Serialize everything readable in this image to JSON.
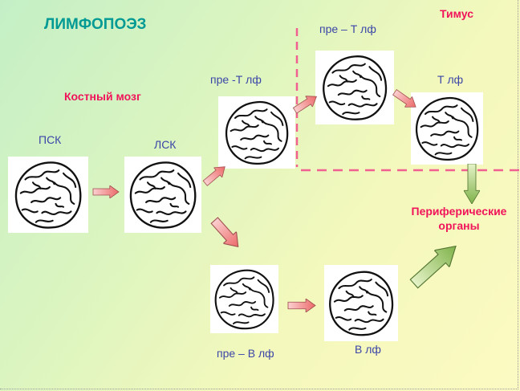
{
  "title": "ЛИМФОПОЭЗ",
  "regions": {
    "bone_marrow": "Костный мозг",
    "thymus": "Тимус",
    "peripheral_line1": "Периферические",
    "peripheral_line2": "органы"
  },
  "cells": {
    "psk": "ПСК",
    "lsk": "ЛСК",
    "pre_t_marrow": "пре -Т лф",
    "pre_t_thymus": "пре – Т лф",
    "t": "Т лф",
    "pre_b": "пре – В лф",
    "b": "В лф"
  },
  "colors": {
    "title": "#009a94",
    "region": "#f0145a",
    "label": "#3b46a8",
    "arrow_red": "#f08080",
    "arrow_green": "#8cbf50",
    "dash": "#f06090"
  }
}
